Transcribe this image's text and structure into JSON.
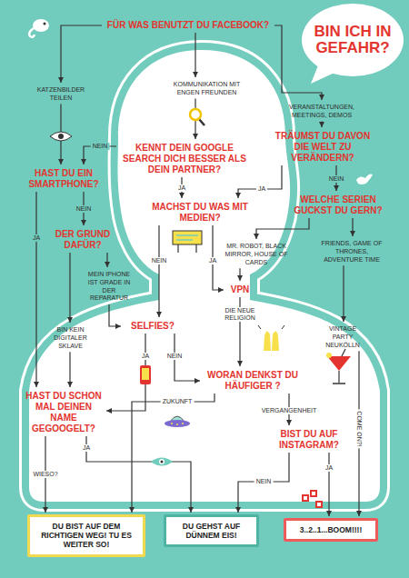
{
  "diagram": {
    "title": "BIN ICH IN GEFAHR?",
    "nodes": [
      {
        "text": [
          "FÜR WAS BENUTZT DU FACEBOOK?"
        ]
      },
      {
        "text": [
          "KATZENBILDER TEILEN"
        ]
      },
      {
        "text": [
          "KOMMUNIKATION MIT ENGEN FREUNDEN"
        ]
      },
      {
        "text": [
          "VERANSTALTUNGEN, MEETINGS, DEMOS"
        ]
      },
      {
        "text": [
          "TRÄUMST DU DAVON DIE WELT ZU VERÄNDERN?"
        ]
      },
      {
        "text": [
          "KENNT DEIN GOOGLE SEARCH DICH BESSER ALS DEIN PARTNER?"
        ]
      },
      {
        "text": [
          "HAST DU EIN SMARTPHONE?"
        ]
      },
      {
        "text": [
          "MACHST DU WAS MIT MEDIEN?"
        ]
      },
      {
        "text": [
          "WELCHE SERIEN GUCKST DU GERN?"
        ]
      },
      {
        "text": [
          "DER GRUND DAFÜR?"
        ]
      },
      {
        "text": [
          "MR. ROBOT, BLACK MIRROR, HOUSE OF CARDS"
        ]
      },
      {
        "text": [
          "FRIENDS, GAME OF THRONES, ADVENTURE TIME"
        ]
      },
      {
        "text": [
          "MEIN IPHONE IST GRADE IN DER REPARATUR"
        ]
      },
      {
        "text": [
          "VPN"
        ]
      },
      {
        "text": [
          "SELFIES?"
        ]
      },
      {
        "text": [
          "BIN KEIN DIGITALER SKLAVE"
        ]
      },
      {
        "text": [
          "VINTAGE PARTY NEUKÖLLN"
        ]
      },
      {
        "text": [
          "WORAN DENKST DU HÄUFIGER ?"
        ]
      },
      {
        "text": [
          "HAST DU SCHON MAL DEINEN NAME GEGOOGELT?"
        ]
      },
      {
        "text": [
          "BIST DU AUF INSTAGRAM?"
        ]
      },
      {
        "text": [
          "DU BIST AUF DEM RICHTIGEN WEG! TU ES WEITER SO!"
        ]
      },
      {
        "text": [
          "DU GEHST AUF DÜNNEM EIS!"
        ]
      },
      {
        "text": [
          "3..2..1...BOOM!!!!"
        ]
      }
    ],
    "edges": [
      {
        "from": 0,
        "to": 1,
        "arrow": "to"
      },
      {
        "from": 0,
        "to": 2,
        "arrow": "to"
      },
      {
        "from": 0,
        "to": 3,
        "arrow": "to"
      },
      {
        "from": 1,
        "to": 6,
        "arrow": "to"
      },
      {
        "from": 2,
        "to": 5,
        "arrow": "to"
      },
      {
        "from": 3,
        "to": 4,
        "arrow": "to"
      },
      {
        "from": 5,
        "to": 6,
        "label": "NEIN",
        "arrow": "to"
      },
      {
        "from": 5,
        "to": 7,
        "label": "JA",
        "arrow": "to"
      },
      {
        "from": 4,
        "to": 7,
        "label": "JA",
        "arrow": "to"
      },
      {
        "from": 4,
        "to": 8,
        "label": "NEIN",
        "arrow": "to"
      },
      {
        "from": 6,
        "to": 18,
        "label": "JA",
        "arrow": "to"
      },
      {
        "from": 6,
        "to": 9,
        "label": "NEIN",
        "arrow": "to"
      },
      {
        "from": 8,
        "to": 10,
        "arrow": "to"
      },
      {
        "from": 8,
        "to": 11,
        "arrow": "to"
      },
      {
        "from": 7,
        "to": 13,
        "label": "JA",
        "arrow": "to"
      },
      {
        "from": 7,
        "to": 14,
        "label": "NEIN",
        "arrow": "to"
      },
      {
        "from": 9,
        "to": 12,
        "arrow": "to"
      },
      {
        "from": 9,
        "to": 15,
        "arrow": "to"
      },
      {
        "from": 10,
        "to": 13,
        "arrow": "to"
      },
      {
        "from": 11,
        "to": 16,
        "arrow": "to"
      },
      {
        "from": 12,
        "to": 14,
        "arrow": "to"
      },
      {
        "from": 13,
        "to": 17,
        "label": "DIE NEUE RELIGION",
        "arrow": "to"
      },
      {
        "from": 15,
        "to": 18,
        "arrow": "to"
      },
      {
        "from": 14,
        "to": 18,
        "label": "JA",
        "arrow": "to"
      },
      {
        "from": 14,
        "to": 17,
        "label": "NEIN",
        "arrow": "to"
      },
      {
        "from": 16,
        "to": 22,
        "label": "COME ON?!",
        "arrow": "to"
      },
      {
        "from": 17,
        "to": 20,
        "label": "ZUKUNFT",
        "arrow": "to"
      },
      {
        "from": 17,
        "to": 19,
        "label": "VERGANGENHEIT",
        "arrow": "to"
      },
      {
        "from": 18,
        "to": 20,
        "label": "WIESO?",
        "arrow": "to"
      },
      {
        "from": 18,
        "to": 21,
        "label": "JA",
        "arrow": "to"
      },
      {
        "from": 19,
        "to": 21,
        "label": "NEIN",
        "arrow": "to"
      },
      {
        "from": 19,
        "to": 22,
        "label": "JA",
        "arrow": "to"
      }
    ]
  }
}
